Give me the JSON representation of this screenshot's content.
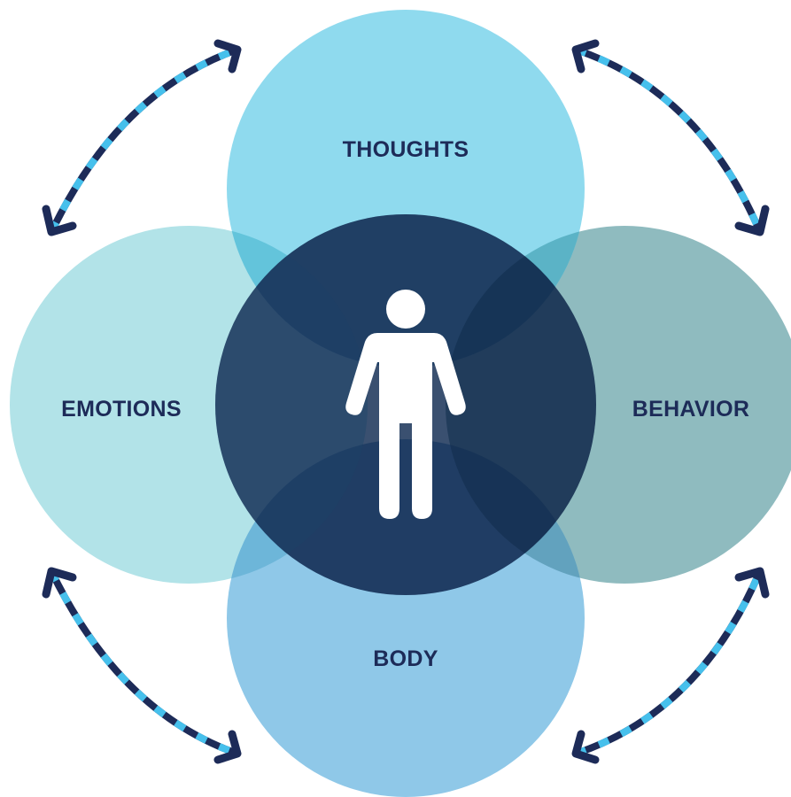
{
  "labels": {
    "thoughts": "THOUGHTS",
    "emotions": "EMOTIONS",
    "behavior": "BEHAVIOR",
    "body": "BODY"
  },
  "icons": {
    "center_figure": "person-icon",
    "cycle_arrows": "double-headed-arrow-icon"
  },
  "colors": {
    "thoughts": "#8fdaee",
    "emotions": "#b2e3e8",
    "behavior": "#8fbbbf",
    "body": "#8fc8e8",
    "center": "#1a3359",
    "label_text": "#1d2b58",
    "arrow_dark": "#1d2b58",
    "arrow_light": "#46c0ec",
    "figure": "#ffffff"
  }
}
